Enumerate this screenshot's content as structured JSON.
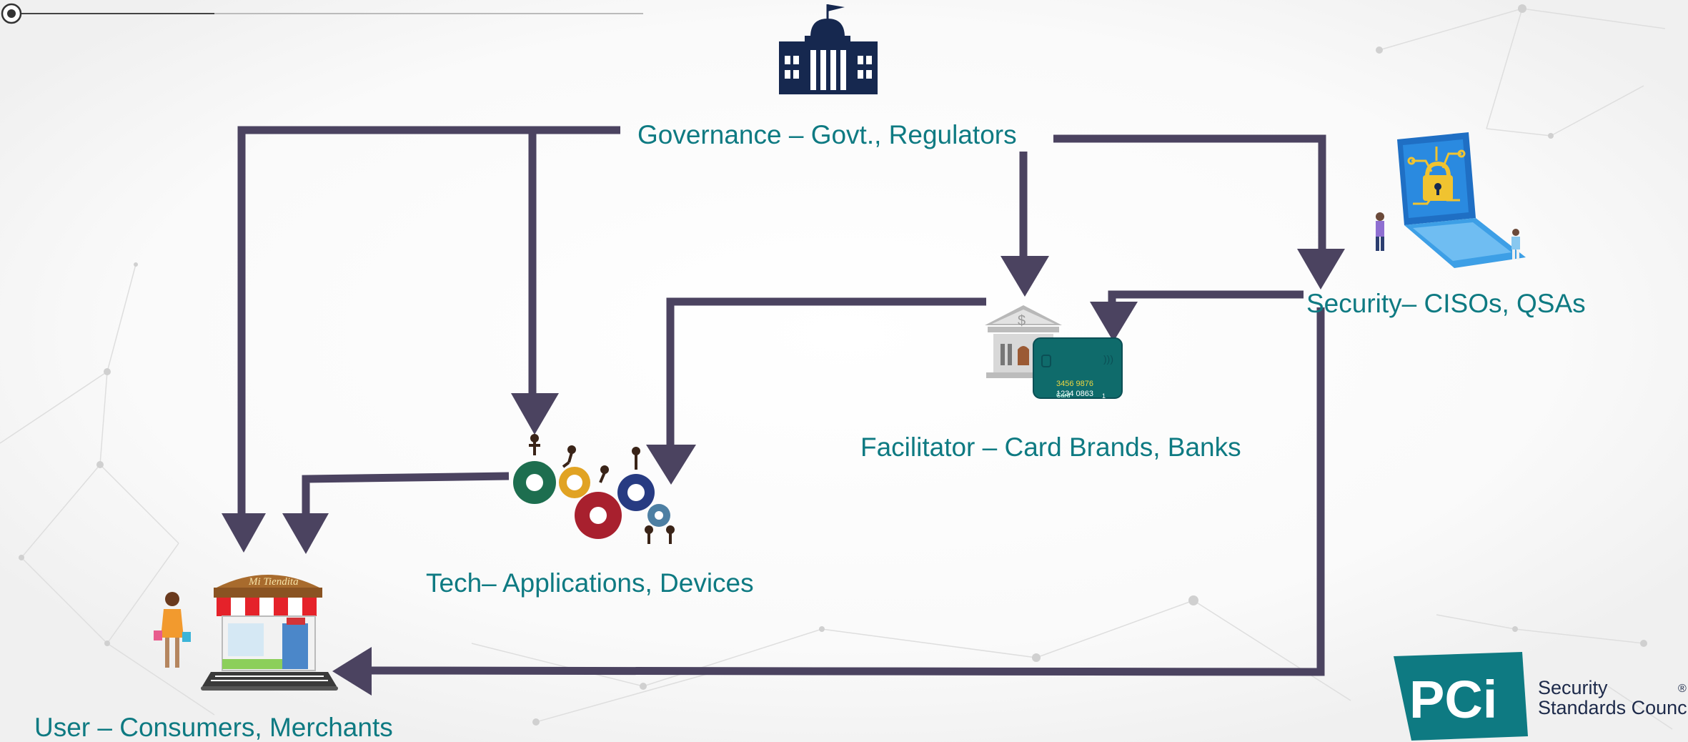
{
  "labels": {
    "governance": "Governance – Govt., Regulators",
    "security": "Security– CISOs, QSAs",
    "facilitator": "Facilitator – Card Brands, Banks",
    "tech": "Tech– Applications, Devices",
    "user": "User – Consumers, Merchants"
  },
  "card": {
    "number_line1": "3456 9876",
    "number_line2": "1234 0863",
    "brand": "Card",
    "suffix": "1"
  },
  "store_sign": "Mi Tiendita",
  "logo": {
    "mark": "PCi",
    "line1": "Security",
    "line2": "Standards Council",
    "registered": "®"
  },
  "colors": {
    "arrow": "#4b4360",
    "label": "#0e7a82",
    "building": "#16284f",
    "card": "#0f6b6b",
    "logo": "#0e7a82",
    "network": "#d9d9d9"
  },
  "icons": {
    "governance": "capitol-building-icon",
    "security": "laptop-lock-icon",
    "facilitator": "bank-card-icon",
    "tech": "gears-people-icon",
    "user": "shop-laptop-icon"
  }
}
